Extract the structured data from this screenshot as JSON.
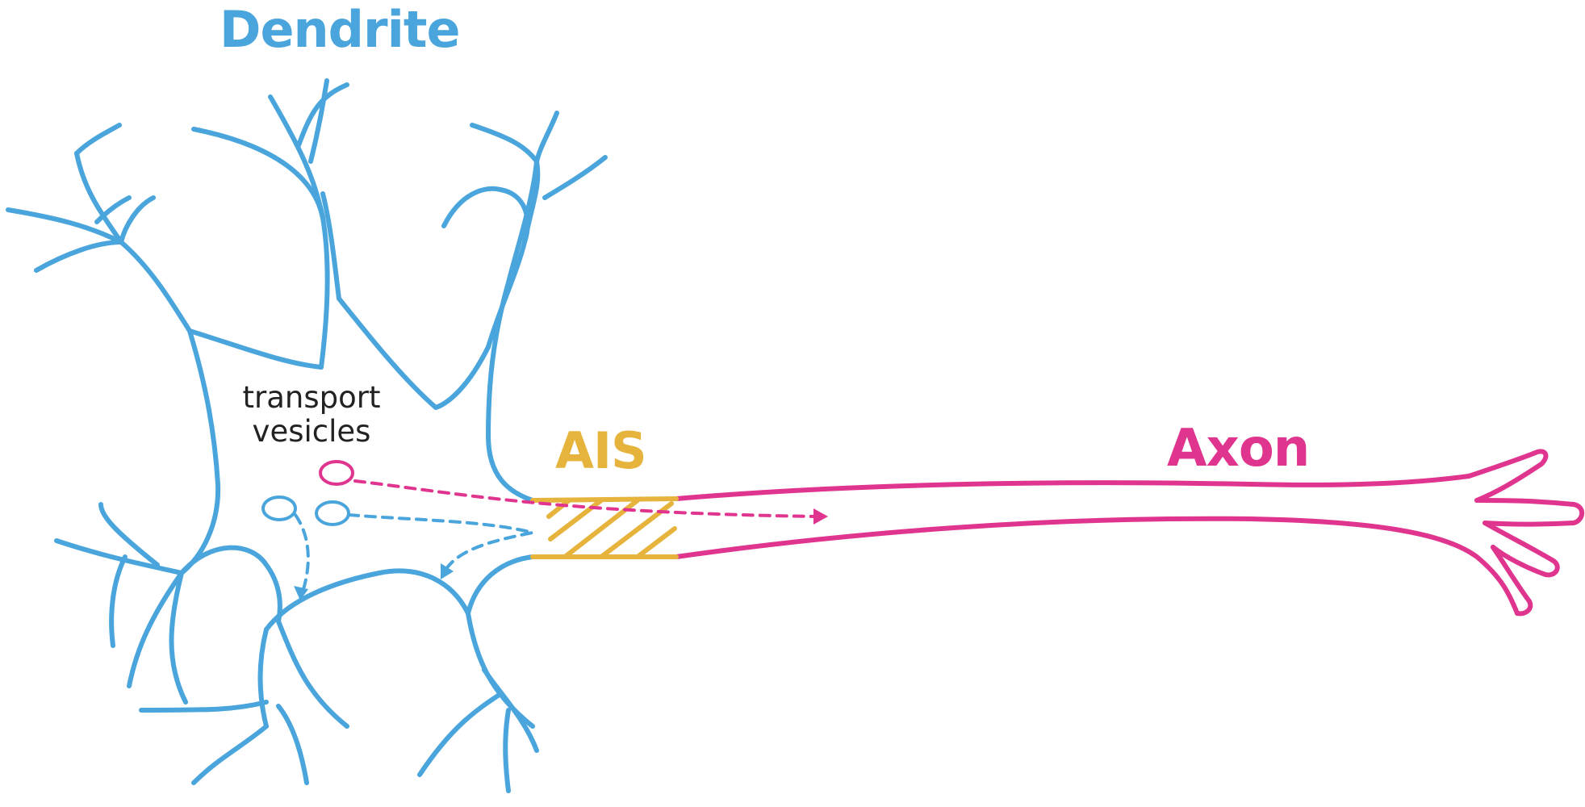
{
  "labels": {
    "dendrite": "Dendrite",
    "ais": "AIS",
    "axon": "Axon",
    "transport_line1": "transport",
    "transport_line2": "vesicles"
  },
  "colors": {
    "dendrite": "#4aa5dc",
    "ais": "#e6b43c",
    "axon": "#e0358e",
    "text": "#222222"
  }
}
